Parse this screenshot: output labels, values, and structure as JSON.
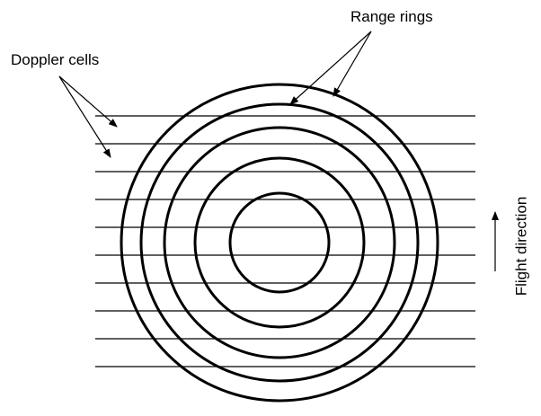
{
  "labels": {
    "range_rings": "Range rings",
    "doppler_cells": "Doppler cells",
    "flight_direction": "Flight direction"
  },
  "colors": {
    "stroke": "#000000",
    "background": "#ffffff"
  }
}
